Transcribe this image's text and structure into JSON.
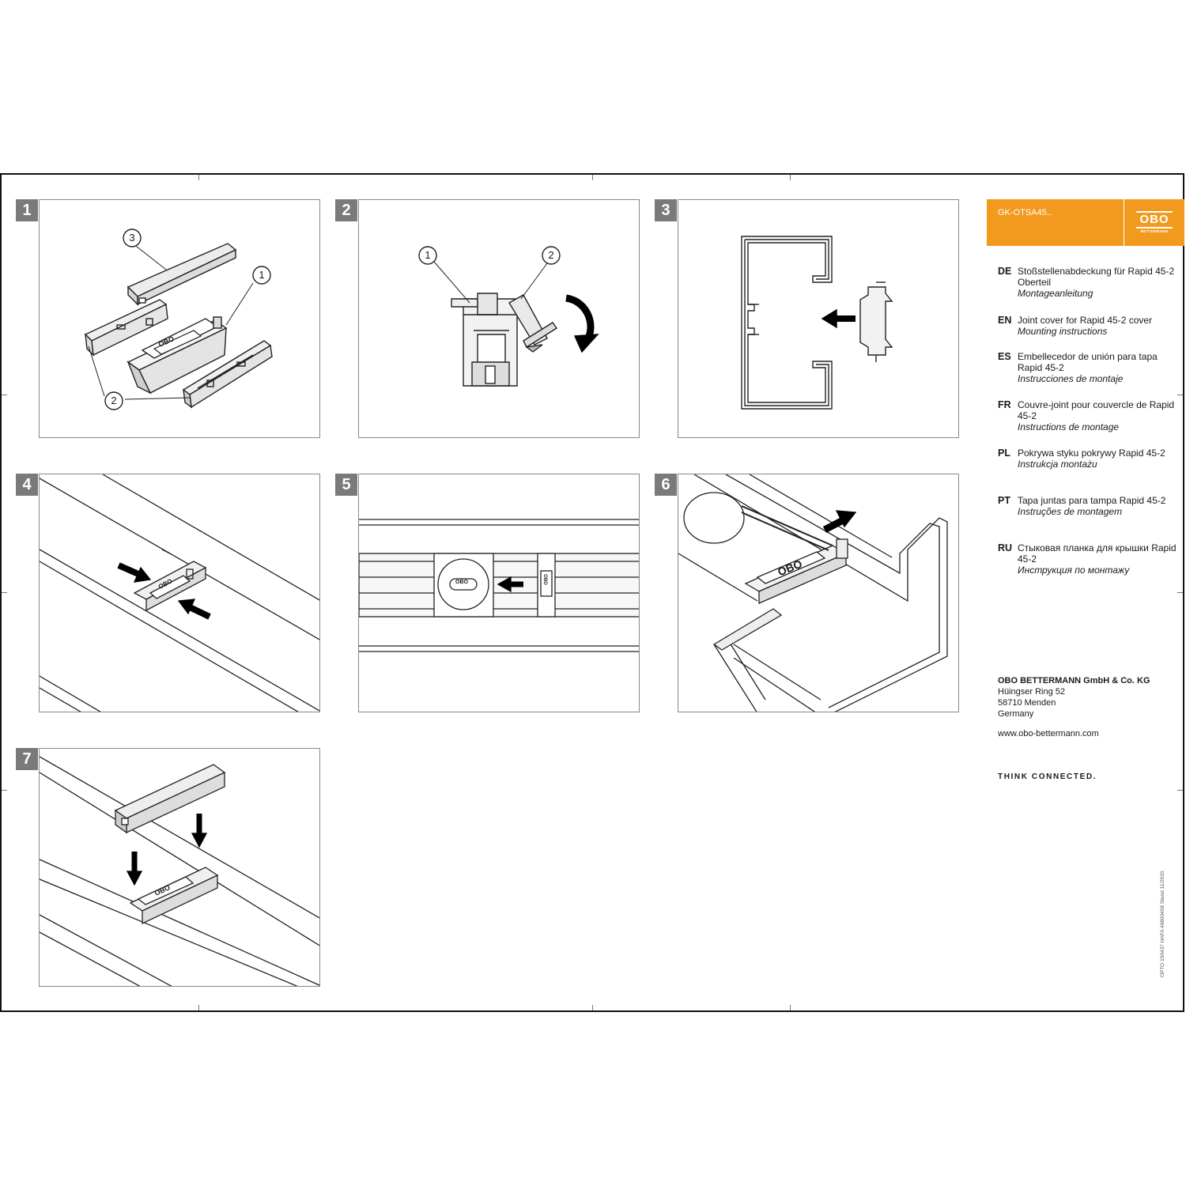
{
  "product_code": "GK-OTSA45..",
  "logo": {
    "mark": "OBO",
    "sub": "BETTERMANN"
  },
  "steps": {
    "s1": {
      "number": "1",
      "callouts": [
        "1",
        "2",
        "3"
      ]
    },
    "s2": {
      "number": "2",
      "callouts": [
        "1",
        "2"
      ]
    },
    "s3": {
      "number": "3"
    },
    "s4": {
      "number": "4"
    },
    "s5": {
      "number": "5"
    },
    "s6": {
      "number": "6"
    },
    "s7": {
      "number": "7"
    }
  },
  "part_mark": "OBO",
  "languages": [
    {
      "code": "DE",
      "title": "Stoßstellenabdeckung für Rapid 45-2 Oberteil",
      "subtitle": "Montageanleitung"
    },
    {
      "code": "EN",
      "title": "Joint cover for Rapid 45-2 cover",
      "subtitle": "Mounting instructions"
    },
    {
      "code": "ES",
      "title": "Embellecedor de unión para tapa Rapid 45-2",
      "subtitle": "Instrucciones de montaje"
    },
    {
      "code": "FR",
      "title": "Couvre-joint pour couvercle de Rapid 45-2",
      "subtitle": "Instructions de montage"
    },
    {
      "code": "PL",
      "title": "Pokrywa styku pokrywy Rapid 45-2",
      "subtitle": "Instrukcja montażu"
    },
    {
      "code": "PT",
      "title": "Tapa juntas para tampa Rapid 45-2",
      "subtitle": "Instruções de montagem"
    },
    {
      "code": "RU",
      "title": "Стыковая планка для крышки Rapid 45-2",
      "subtitle": "Инструкция по монтажу"
    }
  ],
  "company": {
    "name": "OBO BETTERMANN GmbH & Co. KG",
    "street": "Hüingser Ring 52",
    "city": "58710 Menden",
    "country": "Germany"
  },
  "website": "www.obo-bettermann.com",
  "slogan": "THINK CONNECTED.",
  "doc_reference": "OPTO 150437 HAFA 49800458 Stand 11/2015",
  "colors": {
    "accent": "#f29a1d",
    "badge": "#7a7a7a",
    "line": "#222222"
  }
}
